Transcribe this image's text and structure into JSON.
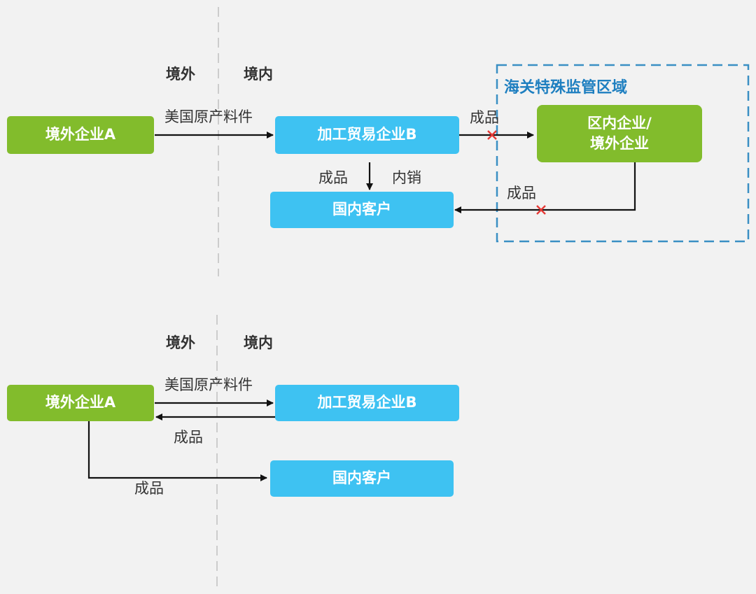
{
  "colors": {
    "background": "#f2f2f2",
    "green_node": "#82bc2c",
    "blue_node": "#3ec2f2",
    "arrow": "#111111",
    "cross_mark": "#e53935",
    "zone_border": "#3a8fc4",
    "zone_title": "#1e7fc0",
    "divider": "#cccccc"
  },
  "top": {
    "regions": {
      "overseas": "境外",
      "domestic": "境内"
    },
    "zone_title": "海关特殊监管区域",
    "nodes": {
      "overseas_a": "境外企业A",
      "processing_b": "加工贸易企业B",
      "zone_enterprise_line1": "区内企业/",
      "zone_enterprise_line2": "境外企业",
      "domestic_customer": "国内客户"
    },
    "edges": {
      "a_to_b": "美国原产料件",
      "b_to_zone": "成品",
      "b_to_customer_left": "成品",
      "b_to_customer_right": "内销",
      "zone_to_customer": "成品"
    }
  },
  "bottom": {
    "regions": {
      "overseas": "境外",
      "domestic": "境内"
    },
    "nodes": {
      "overseas_a": "境外企业A",
      "processing_b": "加工贸易企业B",
      "domestic_customer": "国内客户"
    },
    "edges": {
      "a_to_b": "美国原产料件",
      "b_to_a": "成品",
      "a_to_customer": "成品"
    }
  }
}
